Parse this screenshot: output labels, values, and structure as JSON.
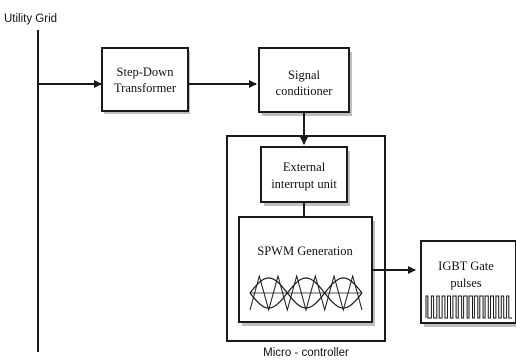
{
  "diagram": {
    "grid_label": "Utility Grid",
    "blocks": {
      "transformer": [
        "Step-Down",
        "Transformer"
      ],
      "signal_conditioner": [
        "Signal",
        "conditioner"
      ],
      "interrupt_unit": [
        "External",
        "interrupt unit"
      ],
      "spwm": [
        "SPWM Generation"
      ],
      "igbt": [
        "IGBT Gate",
        "pulses"
      ]
    },
    "microcontroller_label": "Micro - controller"
  },
  "colors": {
    "line": "#1a1a1a",
    "box_shadow": "#bfbfbf",
    "background": "#ffffff"
  }
}
